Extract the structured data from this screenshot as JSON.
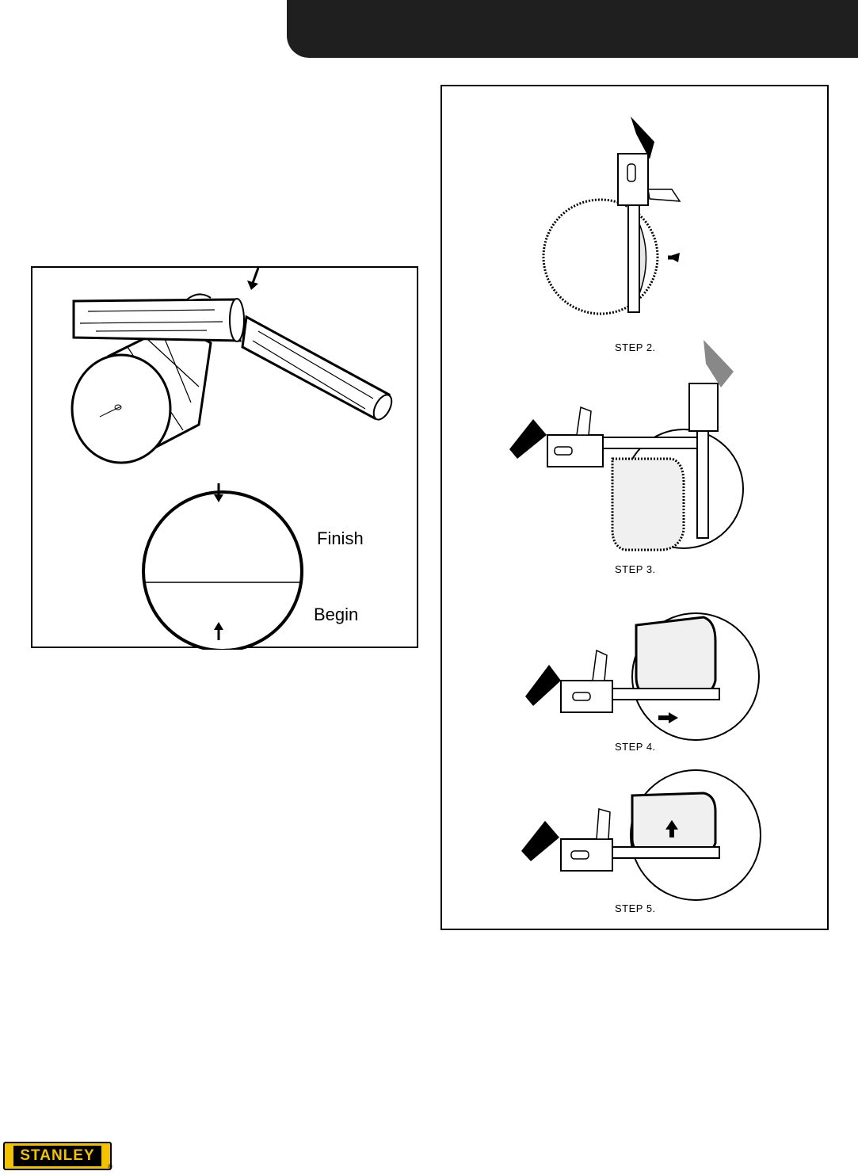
{
  "cut_diagram": {
    "finish_label": "Finish",
    "begin_label": "Begin"
  },
  "steps": [
    {
      "label": "STEP 2."
    },
    {
      "label": "STEP 3."
    },
    {
      "label": "STEP 4."
    },
    {
      "label": "STEP 5."
    }
  ],
  "footer": {
    "brand": "STANLEY",
    "reg_mark": "®"
  },
  "colors": {
    "header_bar": "#1f1f1f",
    "logo_yellow": "#f2c200"
  }
}
